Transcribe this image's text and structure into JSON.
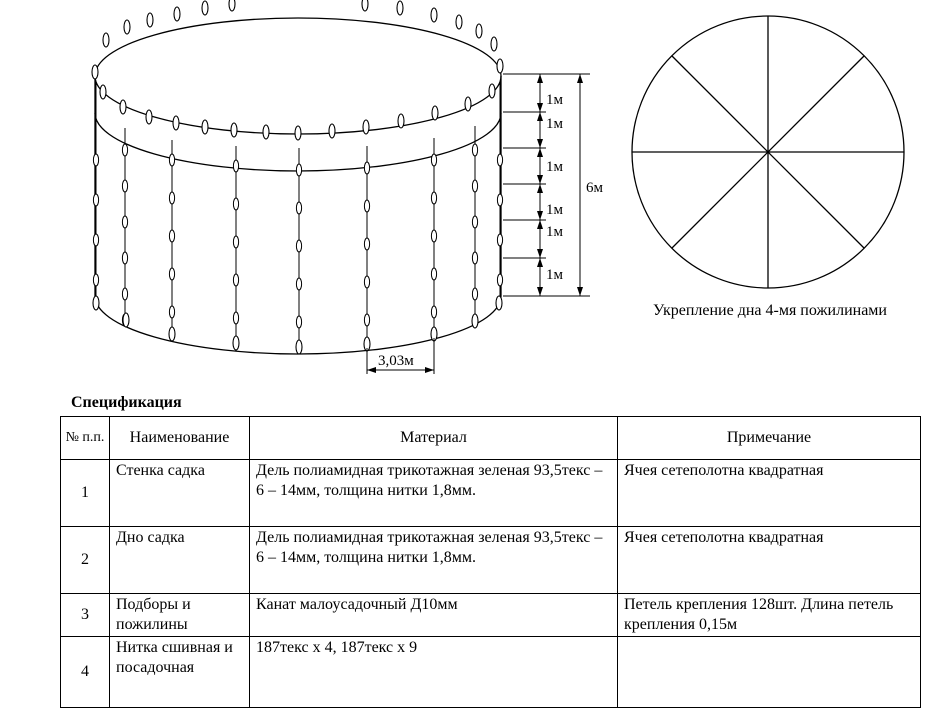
{
  "drawing": {
    "dimensions": {
      "segment_label": "1м",
      "total_label": "6м",
      "width_label": "3,03м"
    },
    "caption": "Укрепление дна 4-мя пожилинами"
  },
  "spec": {
    "title": "Спецификация",
    "headers": {
      "no": "№ п.п.",
      "name": "Наименование",
      "material": "Материал",
      "note": "Примечание"
    },
    "rows": [
      {
        "no": "1",
        "name": "Стенка садка",
        "material": "Дель полиамидная трикотажная зеленая 93,5текс – 6 – 14мм, толщина  нитки 1,8мм.",
        "note": "Ячея сетеполотна квадратная"
      },
      {
        "no": "2",
        "name": "Дно садка",
        "material": "Дель полиамидная трикотажная зеленая 93,5текс – 6 – 14мм, толщина  нитки 1,8мм.",
        "note": "Ячея сетеполотна квадратная"
      },
      {
        "no": "3",
        "name": "Подборы и пожилины",
        "material": "Канат малоусадочный Д10мм",
        "note": "Петель крепления 128шт. Длина петель крепления 0,15м"
      },
      {
        "no": "4",
        "name": "Нитка сшивная и посадочная",
        "material": "187текс х 4, 187текс х 9",
        "note": ""
      }
    ]
  }
}
